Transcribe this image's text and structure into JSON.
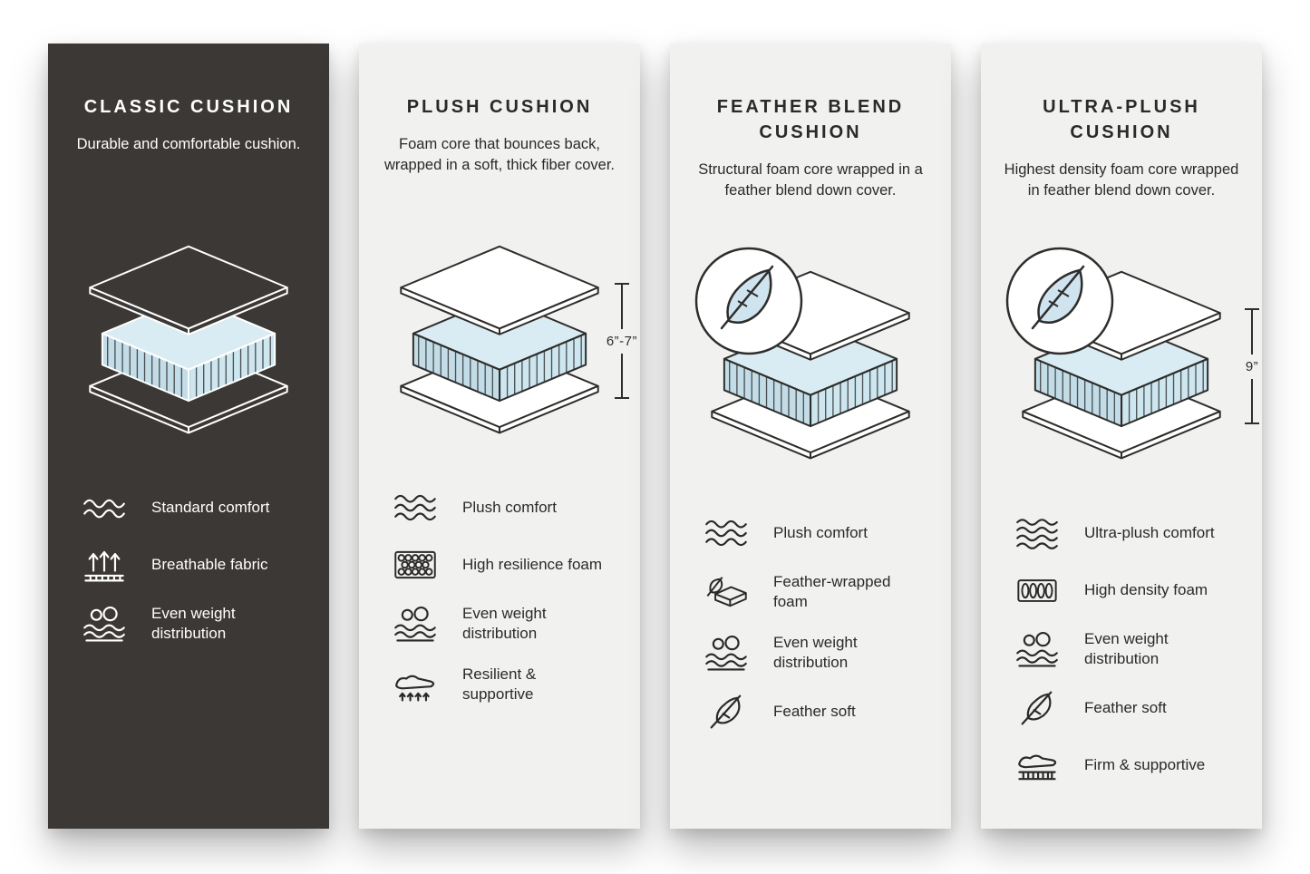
{
  "page": {
    "title": "Cushion comparison"
  },
  "colors": {
    "page_bg": "#ffffff",
    "dark_card_bg": "#3b3835",
    "light_card_bg": "#f1f1ef",
    "text_dark": "#2b2a28",
    "text_light": "#ffffff",
    "foam_blue_top": "#d9ecf3",
    "foam_blue_side": "#c3dde8",
    "outline": "#2e2d2b"
  },
  "cards": [
    {
      "title": "CLASSIC CUSHION",
      "description": "Durable and comfortable cushion.",
      "features": [
        {
          "icon": "waves-icon",
          "label": "Standard comfort"
        },
        {
          "icon": "breathable-fabric-icon",
          "label": "Breathable fabric"
        },
        {
          "icon": "even-weight-icon",
          "label": "Even weight distribution"
        }
      ]
    },
    {
      "title": "PLUSH CUSHION",
      "description": "Foam core that bounces back, wrapped in a soft, thick fiber cover.",
      "measurement": "6”-7”",
      "features": [
        {
          "icon": "waves-icon",
          "label": "Plush comfort"
        },
        {
          "icon": "honeycomb-foam-icon",
          "label": "High resilience foam"
        },
        {
          "icon": "even-weight-icon",
          "label": "Even weight distribution"
        },
        {
          "icon": "resilient-icon",
          "label": "Resilient & supportive"
        }
      ]
    },
    {
      "title": "FEATHER BLEND CUSHION",
      "description": "Structural foam core wrapped in a feather blend down cover.",
      "features": [
        {
          "icon": "waves-icon",
          "label": "Plush comfort"
        },
        {
          "icon": "feather-wrapped-foam-icon",
          "label": "Feather-wrapped foam"
        },
        {
          "icon": "even-weight-icon",
          "label": "Even weight distribution"
        },
        {
          "icon": "feather-icon",
          "label": "Feather soft"
        }
      ]
    },
    {
      "title": "ULTRA-PLUSH CUSHION",
      "description": "Highest density foam core wrapped in feather blend down cover.",
      "measurement": "9”",
      "features": [
        {
          "icon": "waves-icon",
          "label": "Ultra-plush comfort"
        },
        {
          "icon": "high-density-foam-icon",
          "label": "High density foam"
        },
        {
          "icon": "even-weight-icon",
          "label": "Even weight distribution"
        },
        {
          "icon": "feather-icon",
          "label": "Feather soft"
        },
        {
          "icon": "firm-supportive-icon",
          "label": "Firm & supportive"
        }
      ]
    }
  ]
}
